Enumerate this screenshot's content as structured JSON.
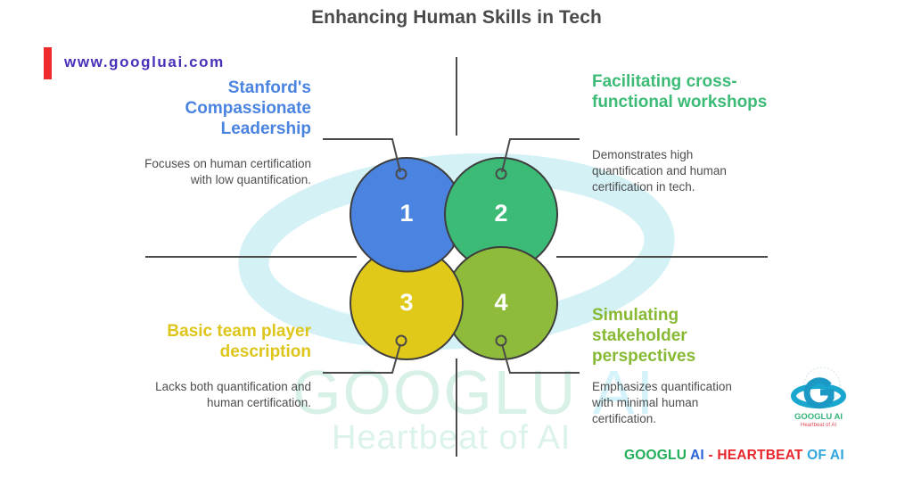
{
  "title": "Enhancing Human Skills in Tech",
  "website": "www.googluai.com",
  "colors": {
    "quadrant_1": "#4a84e0",
    "quadrant_2": "#3cbb77",
    "quadrant_3": "#e0c919",
    "quadrant_4": "#8ebb3a",
    "url_bar": "#ef2b2d",
    "url_text": "#4a2fb8"
  },
  "quadrants": [
    {
      "number": "1",
      "heading": "Stanford's Compassionate Leadership",
      "description": "Focuses on human certification with low quantification."
    },
    {
      "number": "2",
      "heading": "Facilitating cross-functional workshops",
      "description": "Demonstrates high quantification and human certification in tech."
    },
    {
      "number": "3",
      "heading": "Basic team player description",
      "description": "Lacks both quantification and human certification."
    },
    {
      "number": "4",
      "heading": "Simulating stakeholder perspectives",
      "description": "Emphasizes quantification with minimal human certification."
    }
  ],
  "watermark": {
    "main_left": "GOOGLU",
    "main_right": "AI",
    "sub": "Heartbeat of AI"
  },
  "logo": {
    "name": "GOOGLU AI",
    "tagline": "Heartbeat of AI",
    "icon": "globe-g-icon"
  },
  "brand_footer": {
    "part1": "GOOGLU",
    "part2": "AI",
    "part3": "- HEARTBEAT",
    "part4": "OF AI"
  }
}
